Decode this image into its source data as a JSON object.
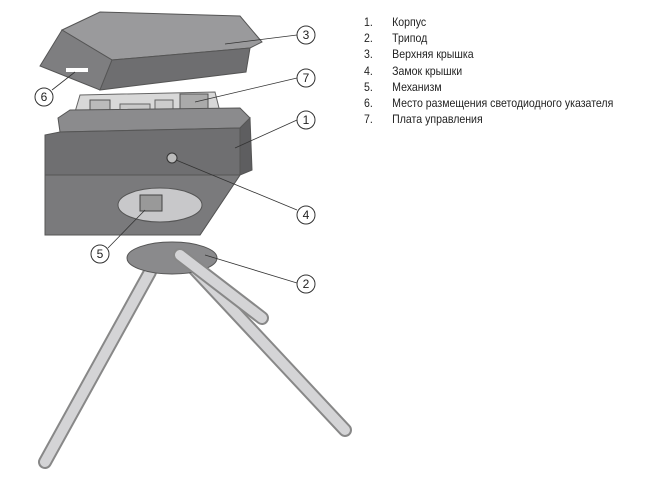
{
  "legend": [
    {
      "num": "1.",
      "label": "Корпус"
    },
    {
      "num": "2.",
      "label": "Трипод"
    },
    {
      "num": "3.",
      "label": "Верхняя крышка"
    },
    {
      "num": "4.",
      "label": "Замок крышки"
    },
    {
      "num": "5.",
      "label": "Механизм"
    },
    {
      "num": "6.",
      "label": "Место размещения светодиодного указателя"
    },
    {
      "num": "7.",
      "label": "Плата управления"
    }
  ],
  "callouts": {
    "c1": "1",
    "c2": "2",
    "c3": "3",
    "c4": "4",
    "c5": "5",
    "c6": "6",
    "c7": "7"
  }
}
